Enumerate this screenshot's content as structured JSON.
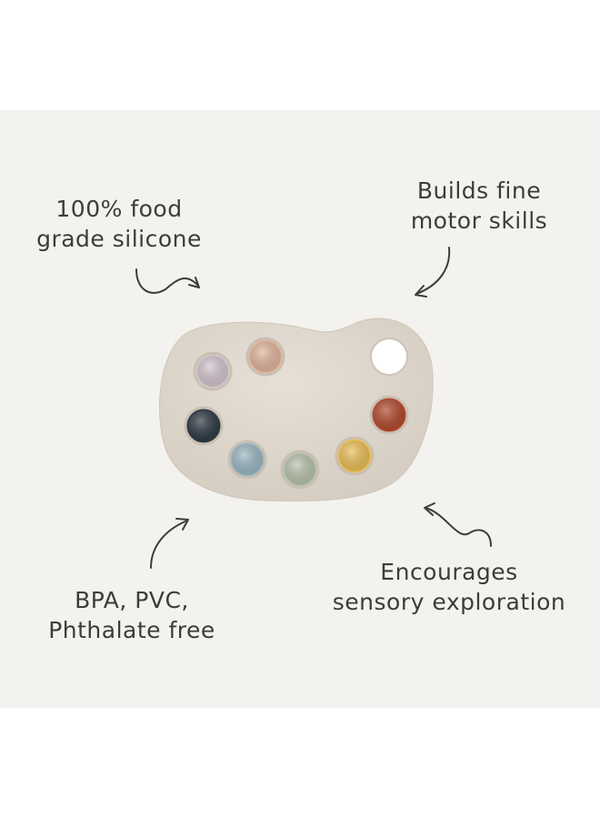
{
  "labels": {
    "top_left": [
      "100% food",
      "grade silicone"
    ],
    "top_right": [
      "Builds fine",
      "motor skills"
    ],
    "bottom_left": [
      "BPA, PVC,",
      "Phthalate free"
    ],
    "bottom_right": [
      "Encourages",
      "sensory exploration"
    ]
  },
  "colors": {
    "background": "#f4f2ee",
    "palette_body": "#ddd6cc",
    "text": "#3c3c3c",
    "pops": [
      "#d4c5ce",
      "#e2b59c",
      "#2c3842",
      "#9bb7c2",
      "#b7c3ab",
      "#ecbf55",
      "#b2482b"
    ]
  }
}
